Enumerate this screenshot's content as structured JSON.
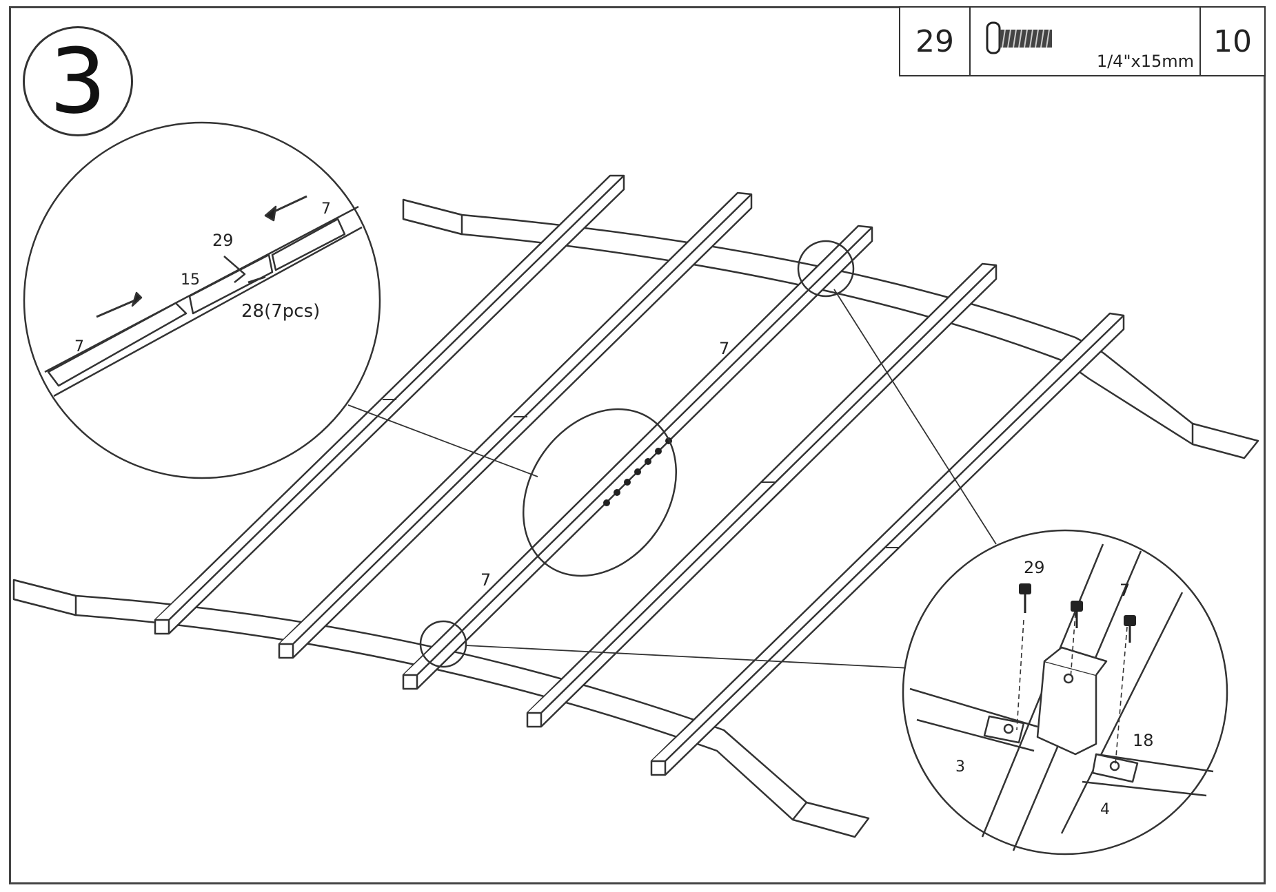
{
  "step": {
    "number": "3"
  },
  "hardware": {
    "part_number": "29",
    "size": "1/4\"x15mm",
    "quantity": "10",
    "icon": "bolt-icon"
  },
  "callouts": {
    "slat_labels": [
      "7",
      "7"
    ],
    "detail_left": {
      "label_7_left": "7",
      "label_7_right": "7",
      "label_15": "15",
      "label_29": "29",
      "label_28": "28(7pcs)"
    },
    "detail_right": {
      "label_29": "29",
      "label_7": "7",
      "label_18": "18",
      "label_3": "3",
      "label_4": "4"
    }
  }
}
